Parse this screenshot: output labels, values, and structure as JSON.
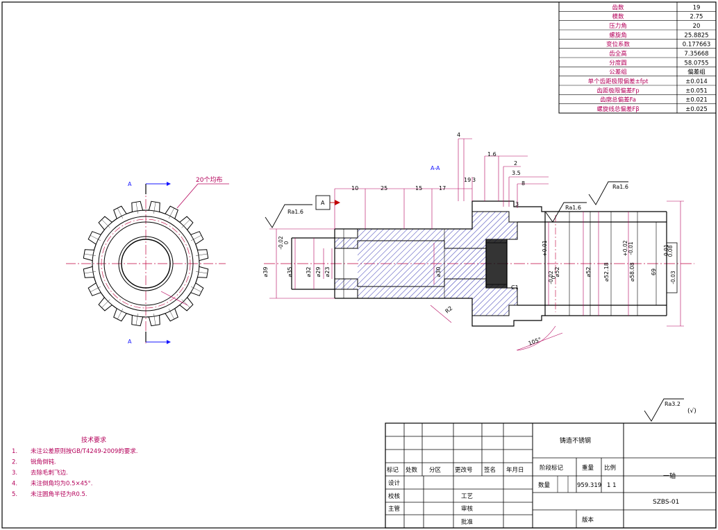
{
  "params": {
    "rows": [
      {
        "label": "齿数",
        "value": "19"
      },
      {
        "label": "模数",
        "value": "2.75"
      },
      {
        "label": "压力角",
        "value": "20"
      },
      {
        "label": "螺旋角",
        "value": "25.8825"
      },
      {
        "label": "变位系数",
        "value": "0.177663"
      },
      {
        "label": "齿全高",
        "value": "7.35668"
      },
      {
        "label": "分度圆",
        "value": "58.0755"
      },
      {
        "label": "公差组",
        "value": "偏差组"
      },
      {
        "label": "单个齿距极限偏差±fpt",
        "value": "±0.014"
      },
      {
        "label": "齿距极限偏差Fp",
        "value": "±0.051"
      },
      {
        "label": "齿廓总偏差Fa",
        "value": "±0.021"
      },
      {
        "label": "螺旋线总偏差Fβ",
        "value": "±0.025"
      }
    ]
  },
  "front_view": {
    "section_mark_top": "A",
    "section_mark_bottom": "A",
    "teeth_note": "20个均布",
    "teeth_count": 20
  },
  "section_view": {
    "title": "A-A",
    "datum": "A",
    "roughness": [
      "Ra1.6",
      "Ra1.6",
      "Ra1.6"
    ],
    "chamfer": "C1",
    "radius": "R2",
    "angle": "105°",
    "axial_dims": [
      "4",
      "1.6",
      "2",
      "3.5",
      "8",
      "3",
      "19",
      "10",
      "25",
      "15",
      "17",
      "3"
    ],
    "diameters": [
      "⌀39",
      "⌀35",
      "⌀32",
      "⌀29",
      "⌀23",
      "⌀30",
      "⌀52",
      "⌀52",
      "⌀52.18",
      "⌀58.08",
      "69"
    ],
    "tolerances": [
      "-0.02",
      "0",
      "+0.01",
      "-0.02",
      "0",
      "-0.01",
      "+0.02",
      "-0.01",
      "0.08",
      "-0.03"
    ]
  },
  "general_roughness": {
    "symbol": "Ra3.2",
    "suffix": "(√)"
  },
  "notes": {
    "title": "技术要求",
    "items": [
      {
        "num": "1.",
        "text": "未注公差原则按GB/T4249-2009的要求."
      },
      {
        "num": "2.",
        "text": "锐角倒钝."
      },
      {
        "num": "3.",
        "text": "去除毛刺飞边."
      },
      {
        "num": "4.",
        "text": "未注倒角均为0.5×45°."
      },
      {
        "num": "5.",
        "text": "未注圆角半径为R0.5."
      }
    ]
  },
  "title_block": {
    "material": "铸造不锈钢",
    "header_cols": [
      "标记",
      "处数",
      "分区",
      "更改号",
      "签名",
      "年月日"
    ],
    "design": "设计",
    "check": "校核",
    "process": "工艺",
    "main_design": "主管",
    "review": "审核",
    "approve": "批准",
    "stage_mark": "阶段标记",
    "weight": "重量",
    "scale": "比例",
    "quantity": "数量",
    "weight_value": "959.319",
    "scale_value": "1 1",
    "part_name": "一轴",
    "drawing_no": "SZBS-01",
    "version": "版本"
  }
}
